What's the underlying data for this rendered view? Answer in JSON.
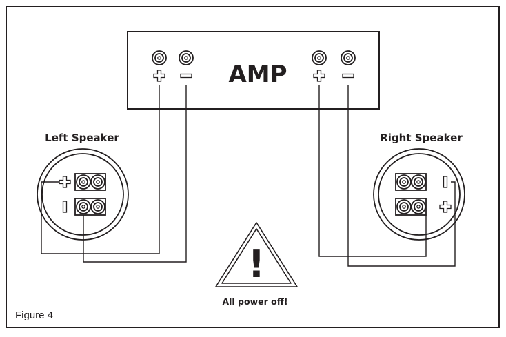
{
  "amp": {
    "label": "AMP"
  },
  "speakers": {
    "left": {
      "label": "Left Speaker"
    },
    "right": {
      "label": "Right Speaker"
    }
  },
  "warning": {
    "label": "All power off!",
    "glyph": "!"
  },
  "caption": {
    "label": "Figure 4"
  },
  "icons": {
    "terminal": "binding-post-icon",
    "plus": "plus-sign-icon",
    "minus": "minus-sign-icon",
    "warning": "warning-triangle-icon"
  },
  "colors": {
    "ink": "#231f20",
    "background": "#ffffff"
  }
}
